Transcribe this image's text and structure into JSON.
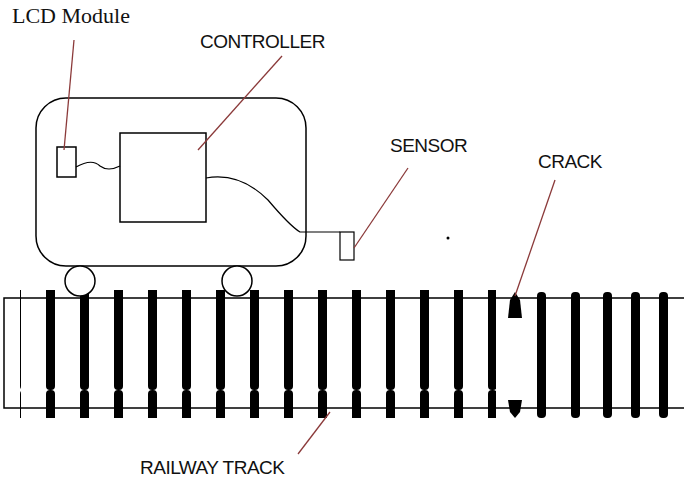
{
  "diagram": {
    "labels": [
      "LCD Module",
      "CONTROLLER",
      "SENSOR",
      "CRACK",
      "RAILWAY TRACK"
    ]
  }
}
